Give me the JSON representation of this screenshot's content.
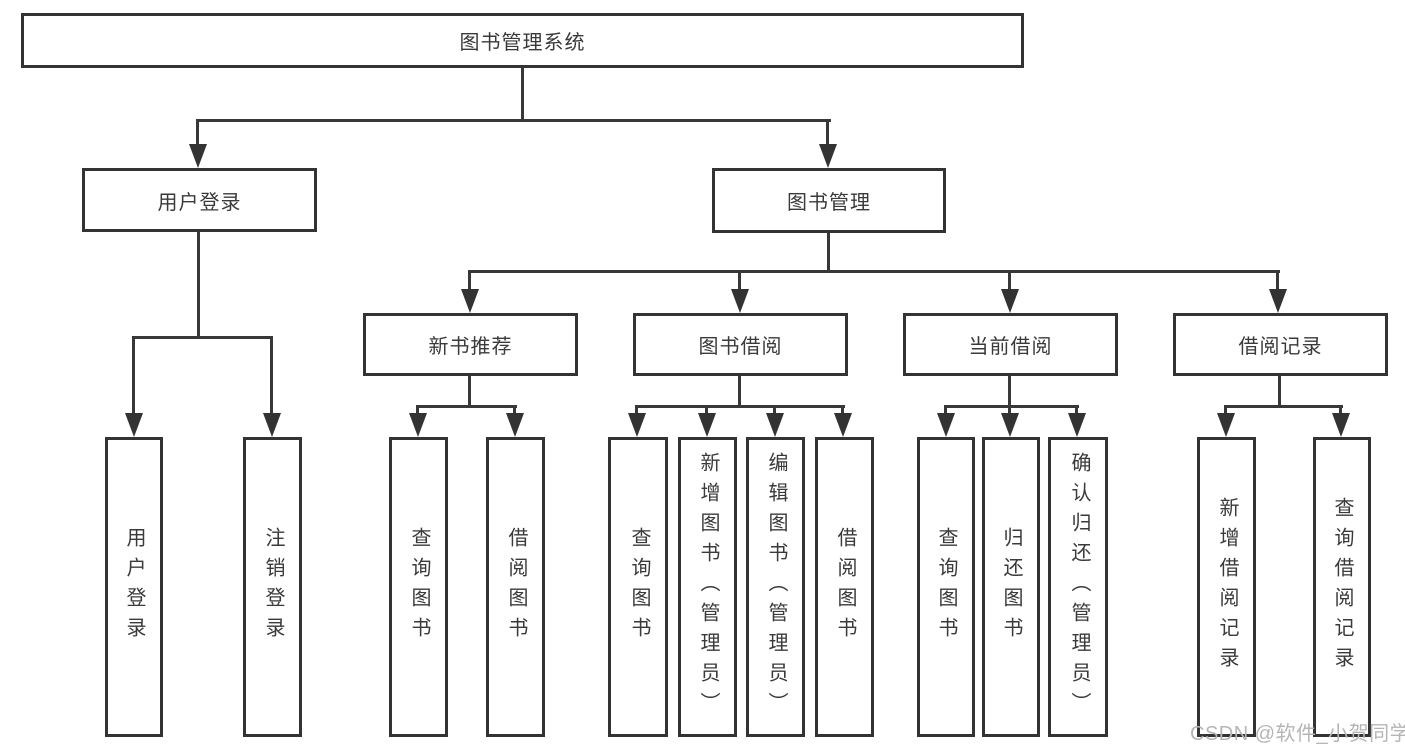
{
  "tree": {
    "label": "图书管理系统",
    "children": [
      {
        "label": "用户登录",
        "children": [
          {
            "label": "用户登录"
          },
          {
            "label": "注销登录"
          }
        ]
      },
      {
        "label": "图书管理",
        "children": [
          {
            "label": "新书推荐",
            "children": [
              {
                "label": "查询图书"
              },
              {
                "label": "借阅图书"
              }
            ]
          },
          {
            "label": "图书借阅",
            "children": [
              {
                "label": "查询图书"
              },
              {
                "label": "新增图书（管理员）"
              },
              {
                "label": "编辑图书（管理员）"
              },
              {
                "label": "借阅图书"
              }
            ]
          },
          {
            "label": "当前借阅",
            "children": [
              {
                "label": "查询图书"
              },
              {
                "label": "归还图书"
              },
              {
                "label": "确认归还（管理员）"
              }
            ]
          },
          {
            "label": "借阅记录",
            "children": [
              {
                "label": "新增借阅记录"
              },
              {
                "label": "查询借阅记录"
              }
            ]
          }
        ]
      }
    ]
  },
  "watermark": {
    "text": "CSDN @软件_小贺同学"
  },
  "colors": {
    "line": "#383838",
    "border": "#333333",
    "text": "#3a3a3a",
    "watermark": "#b5b5b5",
    "background": "#ffffff"
  }
}
